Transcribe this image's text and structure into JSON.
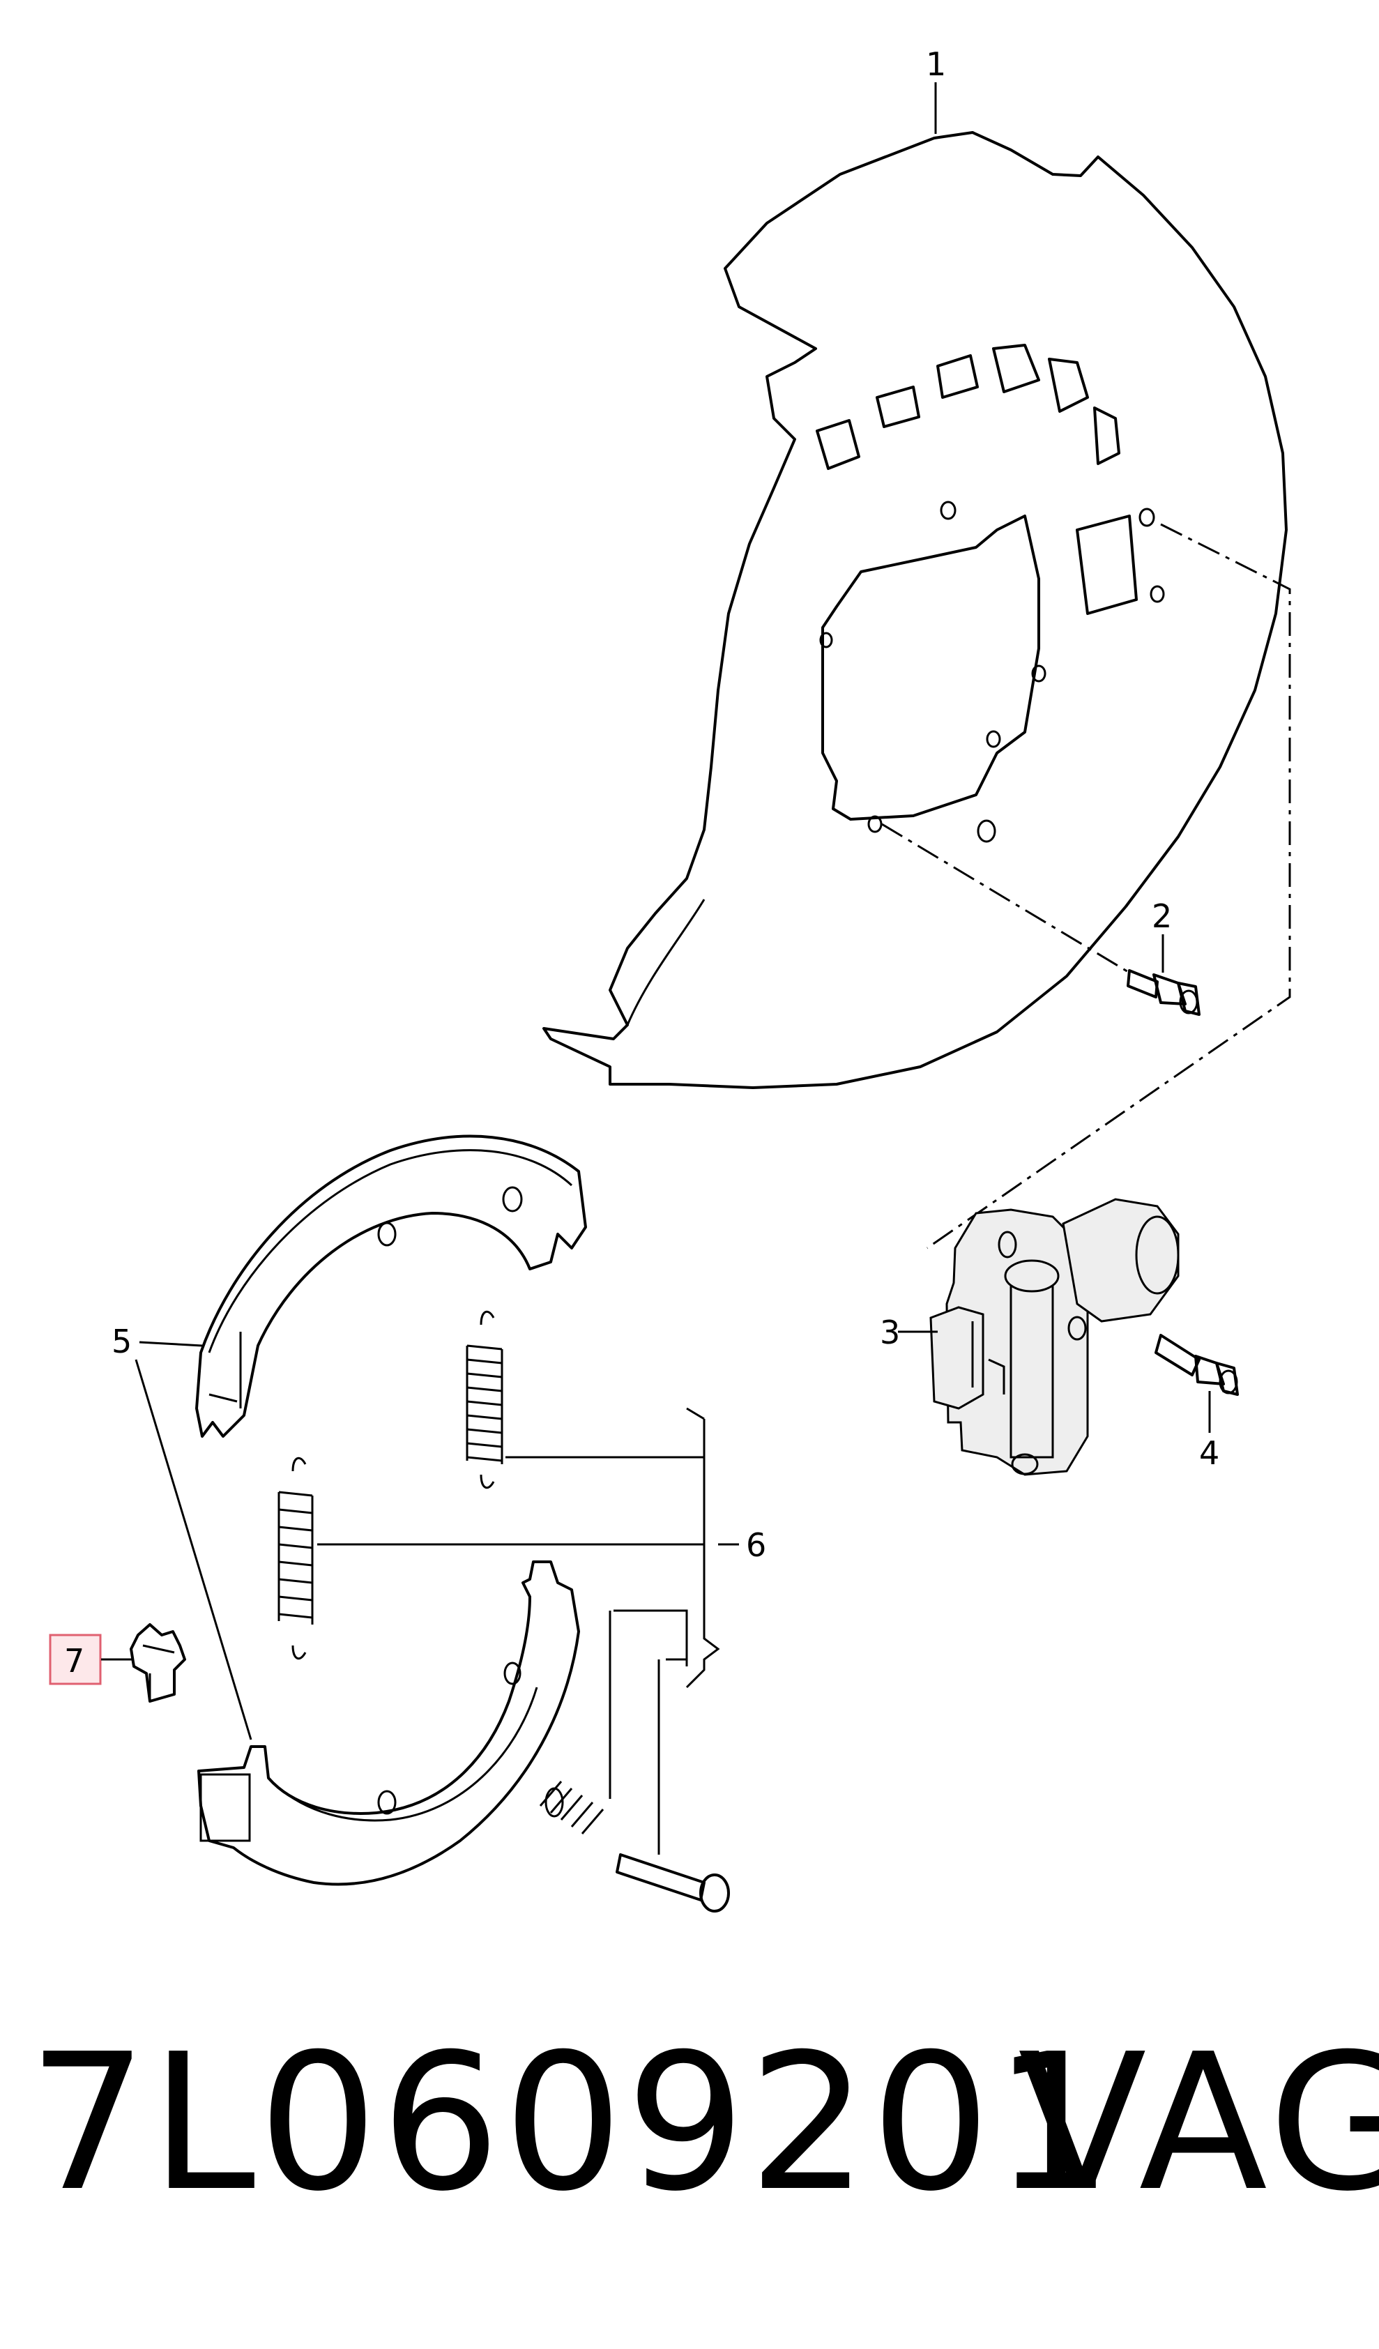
{
  "diagram": {
    "callouts": [
      {
        "id": "1",
        "label": "1"
      },
      {
        "id": "2",
        "label": "2"
      },
      {
        "id": "3",
        "label": "3"
      },
      {
        "id": "4",
        "label": "4"
      },
      {
        "id": "5",
        "label": "5"
      },
      {
        "id": "6",
        "label": "6"
      },
      {
        "id": "7",
        "label": "7",
        "highlighted": true
      }
    ],
    "highlight_color": "#e06070"
  },
  "footer": {
    "part_number": "7L0609201",
    "brand": "VAG"
  }
}
